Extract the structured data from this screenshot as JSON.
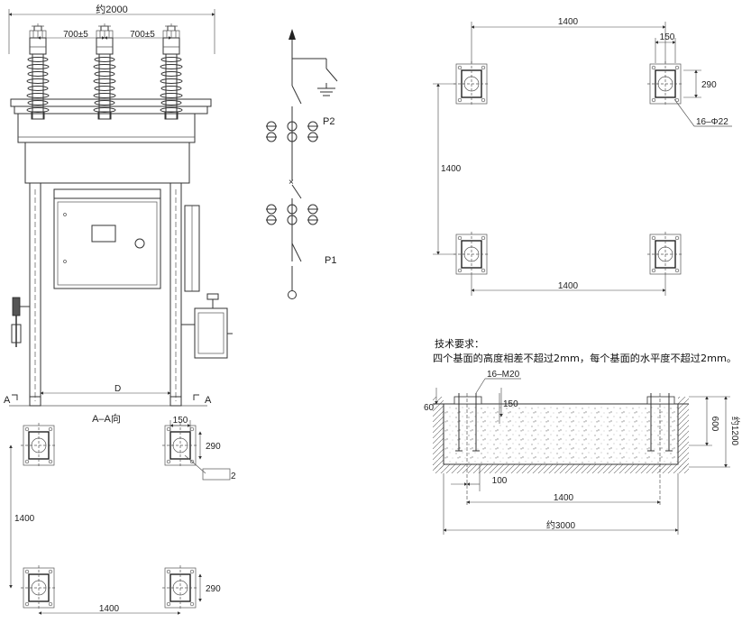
{
  "front_view": {
    "overall_width": "约2000",
    "phase_spacing_left": "700±5",
    "phase_spacing_right": "700±5",
    "section_mark_left": "A",
    "section_mark_right": "A",
    "section_label": "A–A向",
    "dim_D": "D"
  },
  "single_line": {
    "p2_label": "P2",
    "p1_label": "P1"
  },
  "plan_top": {
    "width_top": "1400",
    "width_bottom": "1400",
    "depth_left": "1400",
    "bolt_width": "150",
    "bolt_depth": "290",
    "hole_spec": "16–Φ22"
  },
  "plan_bottom_left": {
    "bolt_width": "150",
    "bolt_depth_top": "290",
    "bolt_depth_bottom": "290",
    "depth_left": "1400",
    "width_bottom": "1400",
    "callout": "2"
  },
  "requirements": {
    "heading": "技术要求：",
    "text": "四个基面的高度相差不超过2mm，每个基面的水平度不超过2mm。"
  },
  "foundation": {
    "bolt_spec": "16–M20",
    "left_top": "60",
    "embed": "150",
    "depth_600": "600",
    "depth_1200": "约1200",
    "dim_100": "100",
    "dim_1400": "1400",
    "dim_3000": "约3000"
  }
}
